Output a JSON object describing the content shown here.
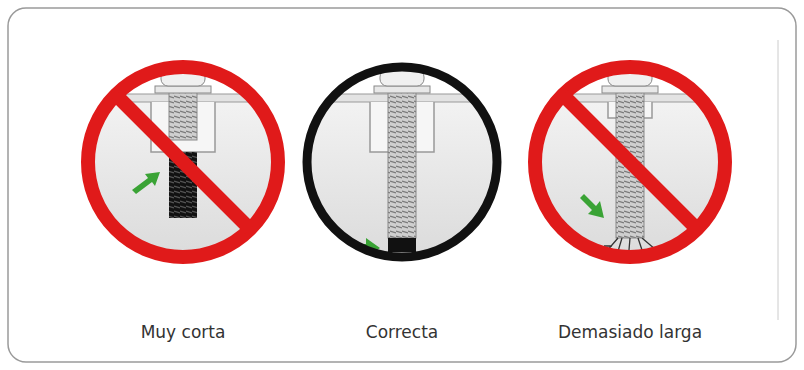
{
  "diagram": {
    "labels": [
      "Muy corta",
      "Correcta",
      "Demasiado larga"
    ]
  }
}
